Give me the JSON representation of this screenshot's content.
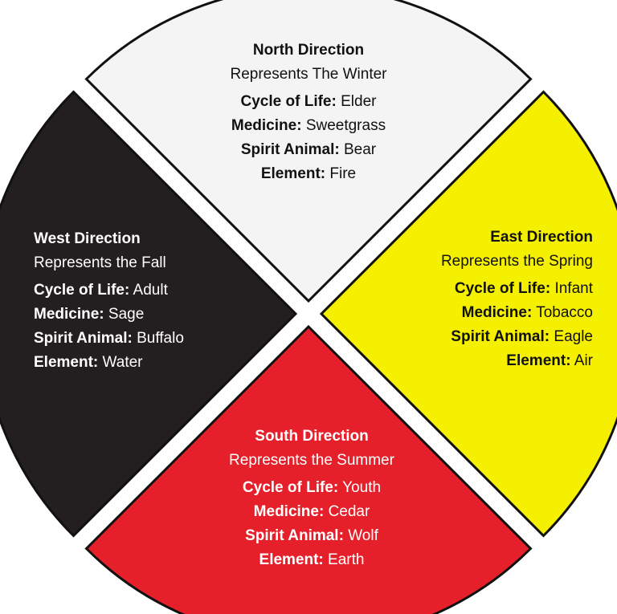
{
  "colors": {
    "north": "#f4f4f4",
    "east": "#f5ef00",
    "south": "#e5202a",
    "west": "#231f20",
    "outline": "#111111"
  },
  "north": {
    "title": "North Direction",
    "subtitle": "Represents The Winter",
    "cycle_label": "Cycle of Life:",
    "cycle_value": "Elder",
    "medicine_label": "Medicine:",
    "medicine_value": "Sweetgrass",
    "animal_label": "Spirit Animal:",
    "animal_value": "Bear",
    "element_label": "Element:",
    "element_value": "Fire"
  },
  "east": {
    "title": "East Direction",
    "subtitle": "Represents the Spring",
    "cycle_label": "Cycle of Life:",
    "cycle_value": "Infant",
    "medicine_label": "Medicine:",
    "medicine_value": "Tobacco",
    "animal_label": "Spirit Animal:",
    "animal_value": "Eagle",
    "element_label": "Element:",
    "element_value": "Air"
  },
  "south": {
    "title": "South Direction",
    "subtitle": "Represents the Summer",
    "cycle_label": "Cycle of Life:",
    "cycle_value": "Youth",
    "medicine_label": "Medicine:",
    "medicine_value": "Cedar",
    "animal_label": "Spirit Animal:",
    "animal_value": "Wolf",
    "element_label": "Element:",
    "element_value": "Earth"
  },
  "west": {
    "title": "West Direction",
    "subtitle": "Represents the Fall",
    "cycle_label": "Cycle of Life:",
    "cycle_value": "Adult",
    "medicine_label": "Medicine:",
    "medicine_value": "Sage",
    "animal_label": "Spirit Animal:",
    "animal_value": "Buffalo",
    "element_label": "Element:",
    "element_value": "Water"
  }
}
